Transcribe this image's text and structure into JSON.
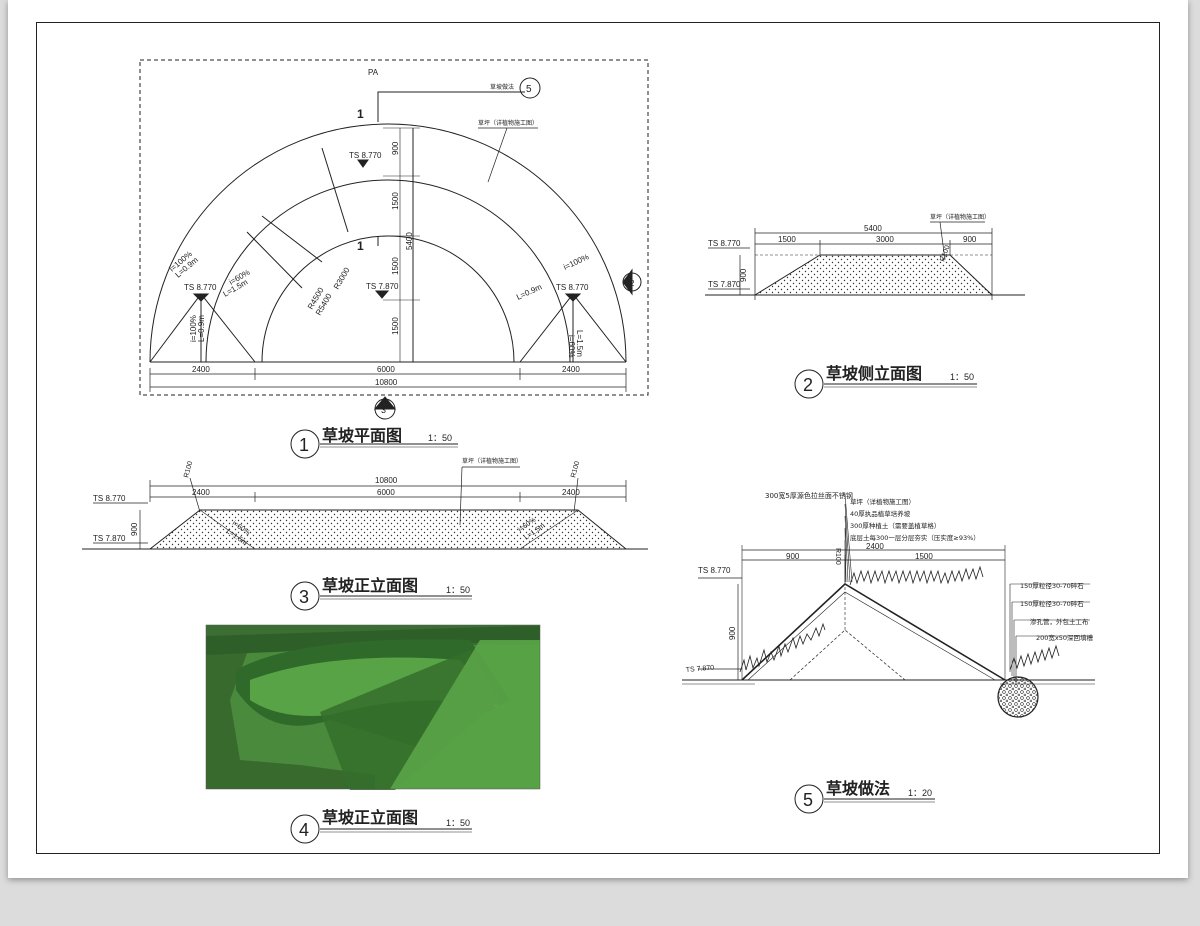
{
  "plan": {
    "pa": "PA",
    "section_mark": "1",
    "callout_text": "草坡做法",
    "callout_ref": "5",
    "grass_note": "草坪（详植物施工图）",
    "levels": {
      "top": "TS 8.770",
      "bottom": "TS 7.870"
    },
    "dims": {
      "d900": "900",
      "d1500a": "1500",
      "d5400": "5400",
      "d1500b": "1500",
      "d1500c": "1500",
      "d2400l": "2400",
      "d6000": "6000",
      "d2400r": "2400",
      "d10800": "10800"
    },
    "radii": {
      "r3000": "R3000",
      "r4500": "R4500",
      "r5400": "R5400"
    },
    "slopes": {
      "left1": "i=100%",
      "left2": "L=0.9m",
      "mid1": "i=60%",
      "mid2": "L=1.5m",
      "v1": "i=60%",
      "v2": "L=1.5m",
      "right1": "L=0.9m",
      "right2": "i=100%",
      "rv1": "i=100%",
      "rv2": "L=0.9m"
    },
    "elev_ref": "3",
    "side_ref": "2",
    "title": "草坡平面图",
    "number": "1",
    "scale": "1：50"
  },
  "side": {
    "grass_note": "草坪（详植物施工图）",
    "levels": {
      "top": "TS 8.770",
      "bottom": "TS 7.870"
    },
    "dims": {
      "d5400": "5400",
      "d1500": "1500",
      "d3000": "3000",
      "d900": "900",
      "h900": "900"
    },
    "r100": "R100",
    "title": "草坡侧立面图",
    "number": "2",
    "scale": "1：50"
  },
  "front": {
    "grass_note": "草坪（详植物施工图）",
    "levels": {
      "top": "TS 8.770",
      "bottom": "TS 7.870"
    },
    "dims": {
      "d10800": "10800",
      "d2400l": "2400",
      "d6000": "6000",
      "d2400r": "2400",
      "h900": "900"
    },
    "r100l": "R100",
    "r100r": "R100",
    "slope_l1": "i=60%",
    "slope_l2": "L=1.5m",
    "slope_r1": "i=60%",
    "slope_r2": "L=1.5m",
    "title": "草坡正立面图",
    "number": "3",
    "scale": "1：50"
  },
  "render": {
    "title": "草坡正立面图",
    "number": "4",
    "scale": "1：50",
    "colors": {
      "dark_grass": "#2f6a2a",
      "light_grass": "#4e9a3d",
      "hedge": "#3f7d33"
    }
  },
  "detail": {
    "top_note": "300宽5厚源色拉丝面不锈钢",
    "layers": [
      "草坪（详植物施工图）",
      "40厚执品植草培养坡",
      "300厚种植土（需要盖植草格）",
      "底层土每300一层分层夯实（压实度≥93%）"
    ],
    "r100": "R100",
    "dims": {
      "d2400": "2400",
      "d900": "900",
      "d1500": "1500",
      "h900": "900"
    },
    "level_top": "TS 8.770",
    "level_bottom": "TS 7.870",
    "right_notes": [
      "150厚粒径30-70碎石",
      "150厚粒径30-70碎石",
      "渗孔管，外包土工布",
      "200宽x50深回填槽"
    ],
    "title": "草坡做法",
    "number": "5",
    "scale": "1：20"
  }
}
